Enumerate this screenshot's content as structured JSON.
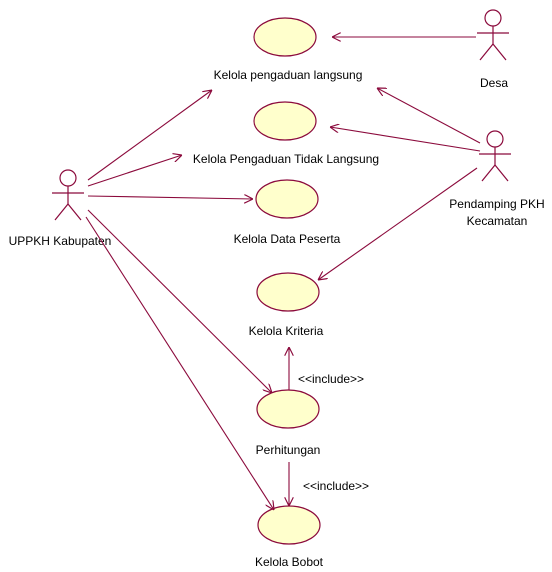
{
  "actors": {
    "uppkh": "UPPKH Kabupaten",
    "desa": "Desa",
    "pendamping_line1": "Pendamping PKH",
    "pendamping_line2": "Kecamatan"
  },
  "use_cases": {
    "langsung": "Kelola pengaduan langsung",
    "tidak_langsung": "Kelola Pengaduan Tidak Langsung",
    "data_peserta": "Kelola Data Peserta",
    "kriteria": "Kelola Kriteria",
    "perhitungan": "Perhitungan",
    "bobot": "Kelola Bobot"
  },
  "relations": {
    "include_1": "<<include>>",
    "include_2": "<<include>>"
  },
  "colors": {
    "line": "#8b0a3c",
    "usecase_fill": "#ffffcc",
    "background": "#ffffff"
  }
}
